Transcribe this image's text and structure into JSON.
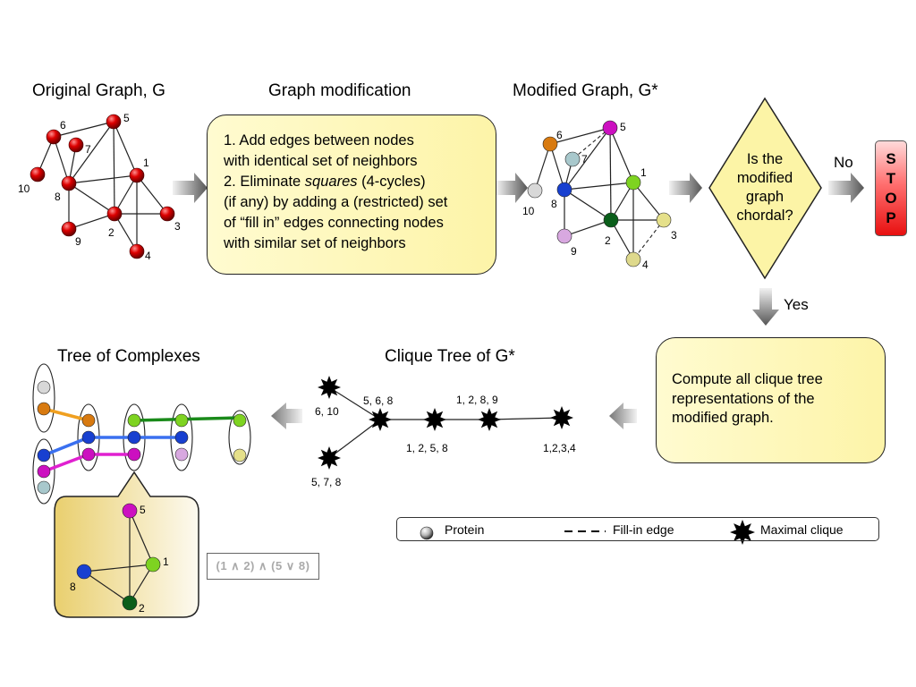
{
  "titles": {
    "original_graph": "Original Graph, G",
    "graph_modification": "Graph modification",
    "modified_graph": "Modified Graph, G*",
    "tree_of_complexes": "Tree of Complexes",
    "clique_tree": "Clique Tree of G*"
  },
  "modification_box": {
    "line1": "1. Add edges between nodes",
    "line2": "with identical set of neighbors",
    "line3_prefix": "2. Eliminate ",
    "line3_italic": "squares",
    "line3_suffix": " (4-cycles)",
    "line4": "(if any) by adding a (restricted) set",
    "line5": "of “fill in” edges connecting nodes",
    "line6": "with similar set of neighbors"
  },
  "decision": {
    "line1": "Is the",
    "line2": "modified",
    "line3": "graph",
    "line4": "chordal?",
    "no_label": "No",
    "yes_label": "Yes"
  },
  "stop": [
    "S",
    "T",
    "O",
    "P"
  ],
  "compute_box": {
    "line1": "Compute all clique tree",
    "line2": "representations of the",
    "line3": "modified graph."
  },
  "original_graph": {
    "node_color": "#d40000",
    "node_labels": [
      "1",
      "2",
      "3",
      "4",
      "5",
      "6",
      "7",
      "8",
      "9",
      "10"
    ]
  },
  "modified_graph": {
    "node_labels": [
      "1",
      "2",
      "3",
      "4",
      "5",
      "6",
      "7",
      "8",
      "9",
      "10"
    ],
    "node_colors": {
      "1": "#7ed321",
      "2": "#0a5e1a",
      "3": "#e5e08a",
      "4": "#ded98c",
      "5": "#cc10c0",
      "6": "#d87a10",
      "7": "#a8c8cc",
      "8": "#1840d0",
      "9": "#d8a8e0",
      "10": "#d8d8d8"
    }
  },
  "clique_tree": {
    "labels": [
      "6, 10",
      "5, 6, 8",
      "5, 7, 8",
      "1, 2, 5,  8",
      "1, 2, 8, 9",
      "1,2,3,4"
    ]
  },
  "inset_graph": {
    "node_labels": [
      "5",
      "1",
      "8",
      "2"
    ]
  },
  "formula": "(1 ∧ 2) ∧ (5 ∨ 8)",
  "legend": {
    "protein": "Protein",
    "fill_in": "Fill-in edge",
    "clique": "Maximal clique"
  }
}
